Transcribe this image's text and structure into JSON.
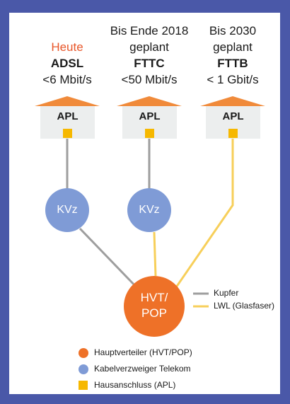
{
  "columns": [
    {
      "line1": "",
      "line1_accent": "Heute",
      "tech": "ADSL",
      "speed": "<6 Mbit/s",
      "box": "APL"
    },
    {
      "line1": "Bis Ende 2018",
      "line2": "geplant",
      "tech": "FTTC",
      "speed": "<50 Mbit/s",
      "box": "APL"
    },
    {
      "line1": "Bis 2030",
      "line2": "geplant",
      "tech": "FTTB",
      "speed": "< 1 Gbit/s",
      "box": "APL"
    }
  ],
  "nodes": {
    "kvz1": "KVz",
    "kvz2": "KVz",
    "hvt_line1": "HVT/",
    "hvt_line2": "POP"
  },
  "line_legend": {
    "copper": "Kupfer",
    "fiber": "LWL (Glasfaser)"
  },
  "key": {
    "hvt": "Hauptverteiler (HVT/POP)",
    "kvz": "Kabelverzweiger Telekom",
    "apl": "Hausanschluss (APL)"
  },
  "colors": {
    "frame": "#4a58a8",
    "accent_red": "#e8572a",
    "roof": "#f08a3a",
    "house": "#eceeee",
    "apl": "#f6b800",
    "kvz": "#7f9bd6",
    "hvt": "#ee7128",
    "copper_line": "#9e9e9e",
    "fiber_line": "#f7cf5a"
  }
}
